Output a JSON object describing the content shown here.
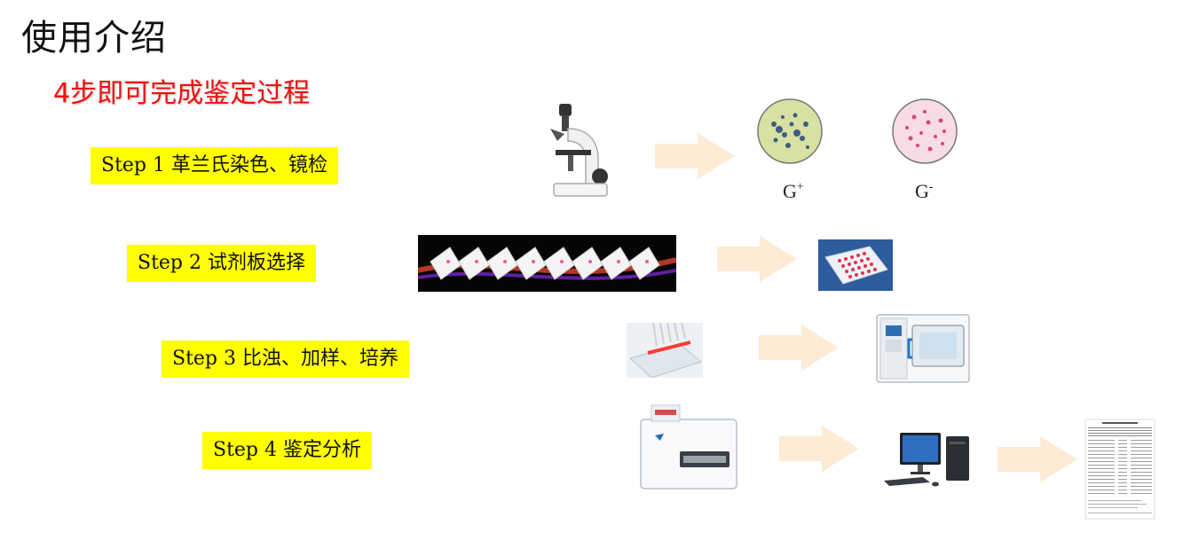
{
  "header": {
    "title": "使用介绍",
    "subtitle": "4步即可完成鉴定过程"
  },
  "steps": [
    {
      "label": "Step 1 革兰氏染色、镜检"
    },
    {
      "label": "Step 2 试剂板选择"
    },
    {
      "label": "Step 3 比浊、加样、培养"
    },
    {
      "label": "Step 4 鉴定分析"
    }
  ],
  "gram": {
    "positive": {
      "base": "G",
      "sign": "+"
    },
    "negative": {
      "base": "G",
      "sign": "-"
    }
  },
  "icons": {
    "step1": [
      "microscope-icon",
      "gram-positive-plate-icon",
      "gram-negative-plate-icon"
    ],
    "step2": [
      "reagent-strips-icon",
      "well-plate-icon"
    ],
    "step3": [
      "multichannel-pipette-icon",
      "incubator-icon"
    ],
    "step4": [
      "analyzer-icon",
      "computer-icon",
      "report-icon"
    ]
  },
  "colors": {
    "title": "#111111",
    "subtitle": "#ee1111",
    "step_highlight": "#ffff00",
    "arrow": "#fdebd5"
  }
}
